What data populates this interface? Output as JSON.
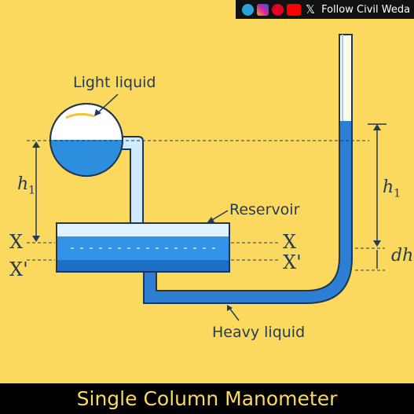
{
  "social": {
    "follow_text": "Follow Civil Weda",
    "icons": [
      "telegram-icon",
      "instagram-icon",
      "pinterest-icon",
      "youtube-icon",
      "x-icon"
    ]
  },
  "labels": {
    "light_liquid": "Light liquid",
    "reservoir": "Reservoir",
    "heavy_liquid": "Heavy liquid",
    "h1_symbol": "h",
    "h1_sub": "1",
    "x": "X",
    "x_prime": "X'",
    "dh": "dh"
  },
  "caption": "Single Column Manometer",
  "colors": {
    "background": "#fbd85e",
    "liquid": "#2d7fd3",
    "liquid_light": "#cfeaff",
    "outline": "#1f3552"
  }
}
